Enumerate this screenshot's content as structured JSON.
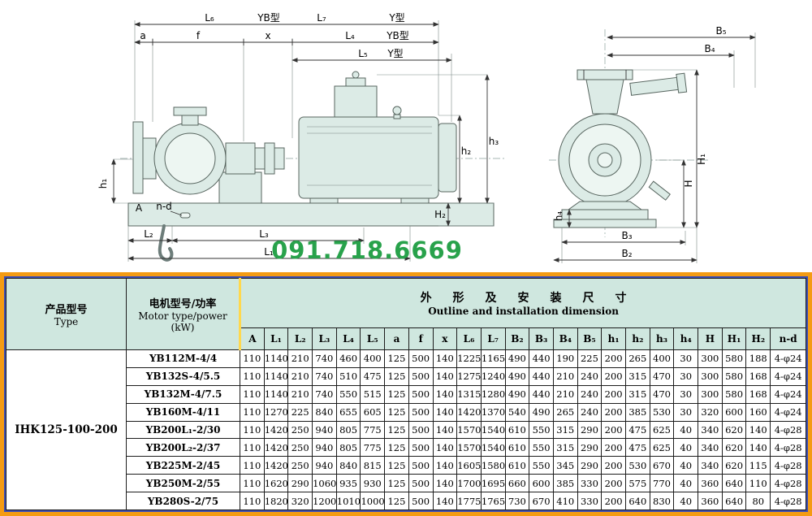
{
  "watermark": {
    "phone": "091.718.6669"
  },
  "diagram": {
    "labels": {
      "l6": "L₆",
      "yb_type_top": "YB型",
      "l7": "L₇",
      "y_type_top": "Y型",
      "a": "a",
      "f": "f",
      "x": "x",
      "l4": "L₄",
      "yb_type_mid": "YB型",
      "l5": "L₅",
      "y_type_mid": "Y型",
      "h1": "h₁",
      "h2": "h₂",
      "h3": "h₃",
      "H2": "H₂",
      "A": "A",
      "n_d": "n-d",
      "l2": "L₂",
      "l3": "L₃",
      "l1": "L₁",
      "b5": "B₅",
      "b4": "B₄",
      "h4": "h₄",
      "H1": "H₁",
      "H": "H",
      "b3": "B₃",
      "b2": "B₂"
    }
  },
  "table": {
    "headers": {
      "type_cn": "产品型号",
      "type_en": "Type",
      "motor_cn": "电机型号/功率",
      "motor_en": "Motor type/power",
      "motor_unit": "(kW)",
      "dims_cn": "外形及安装尺寸",
      "dims_en": "Outline and installation dimension"
    },
    "dim_columns": [
      "A",
      "L₁",
      "L₂",
      "L₃",
      "L₄",
      "L₅",
      "a",
      "f",
      "x",
      "L₆",
      "L₇",
      "B₂",
      "B₃",
      "B₄",
      "B₅",
      "h₁",
      "h₂",
      "h₃",
      "h₄",
      "H",
      "H₁",
      "H₂",
      "n-d"
    ],
    "type_value": "IHK125-100-200",
    "rows": [
      {
        "motor": "YB112M-4/4",
        "values": [
          110,
          1140,
          210,
          740,
          460,
          400,
          125,
          500,
          140,
          1225,
          1165,
          490,
          440,
          190,
          225,
          200,
          265,
          400,
          30,
          300,
          580,
          188,
          "4-φ24"
        ]
      },
      {
        "motor": "YB132S-4/5.5",
        "values": [
          110,
          1140,
          210,
          740,
          510,
          475,
          125,
          500,
          140,
          1275,
          1240,
          490,
          440,
          210,
          240,
          200,
          315,
          470,
          30,
          300,
          580,
          168,
          "4-φ24"
        ]
      },
      {
        "motor": "YB132M-4/7.5",
        "values": [
          110,
          1140,
          210,
          740,
          550,
          515,
          125,
          500,
          140,
          1315,
          1280,
          490,
          440,
          210,
          240,
          200,
          315,
          470,
          30,
          300,
          580,
          168,
          "4-φ24"
        ]
      },
      {
        "motor": "YB160M-4/11",
        "values": [
          110,
          1270,
          225,
          840,
          655,
          605,
          125,
          500,
          140,
          1420,
          1370,
          540,
          490,
          265,
          240,
          200,
          385,
          530,
          30,
          320,
          600,
          160,
          "4-φ24"
        ]
      },
      {
        "motor": "YB200L₁-2/30",
        "values": [
          110,
          1420,
          250,
          940,
          805,
          775,
          125,
          500,
          140,
          1570,
          1540,
          610,
          550,
          315,
          290,
          200,
          475,
          625,
          40,
          340,
          620,
          140,
          "4-φ28"
        ]
      },
      {
        "motor": "YB200L₂-2/37",
        "values": [
          110,
          1420,
          250,
          940,
          805,
          775,
          125,
          500,
          140,
          1570,
          1540,
          610,
          550,
          315,
          290,
          200,
          475,
          625,
          40,
          340,
          620,
          140,
          "4-φ28"
        ]
      },
      {
        "motor": "YB225M-2/45",
        "values": [
          110,
          1420,
          250,
          940,
          840,
          815,
          125,
          500,
          140,
          1605,
          1580,
          610,
          550,
          345,
          290,
          200,
          530,
          670,
          40,
          340,
          620,
          115,
          "4-φ28"
        ]
      },
      {
        "motor": "YB250M-2/55",
        "values": [
          110,
          1620,
          290,
          1060,
          935,
          930,
          125,
          500,
          140,
          1700,
          1695,
          660,
          600,
          385,
          330,
          200,
          575,
          770,
          40,
          360,
          640,
          110,
          "4-φ28"
        ]
      },
      {
        "motor": "YB280S-2/75",
        "values": [
          110,
          1820,
          320,
          1200,
          1010,
          1000,
          125,
          500,
          140,
          1775,
          1765,
          730,
          670,
          410,
          330,
          200,
          640,
          830,
          40,
          360,
          640,
          80,
          "4-φ28"
        ]
      }
    ]
  }
}
